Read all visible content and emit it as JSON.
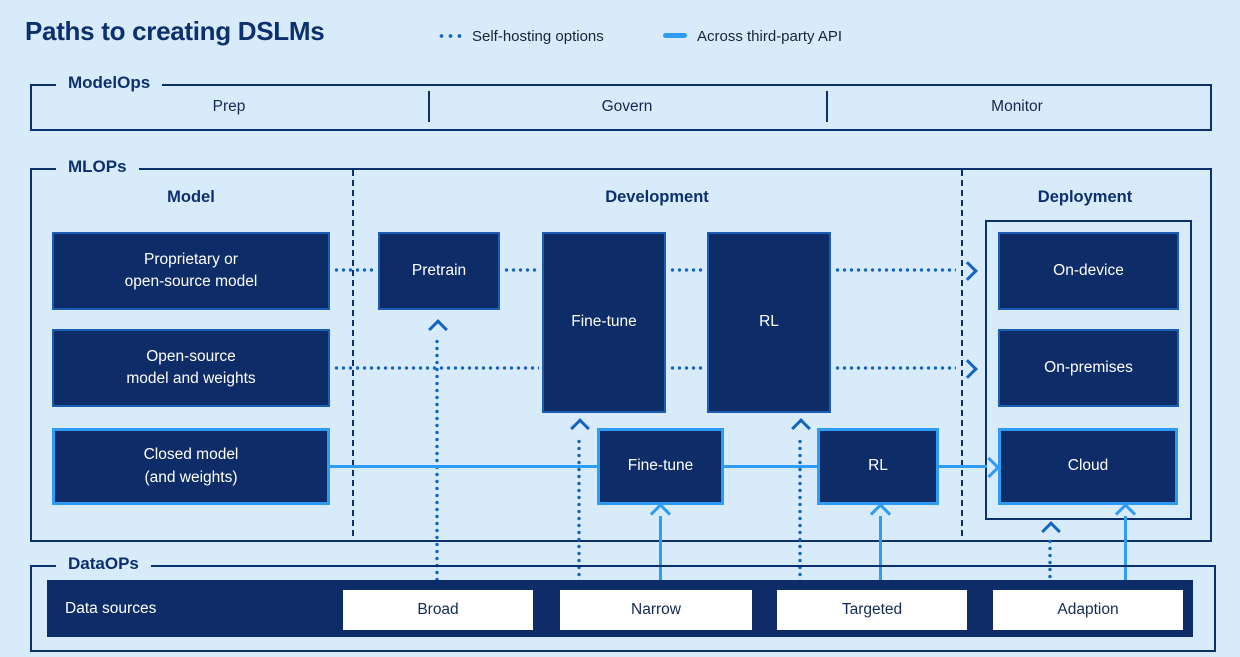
{
  "title": "Paths to creating DSLMs",
  "legend": {
    "self_hosting_label": "Self-hosting options",
    "api_label": "Across third-party API"
  },
  "modelops": {
    "label": "ModelOps",
    "phases": [
      "Prep",
      "Govern",
      "Monitor"
    ]
  },
  "mlops": {
    "label": "MLOPs",
    "columns": [
      "Model",
      "Development",
      "Deployment"
    ],
    "boxes": {
      "proprietary": "Proprietary or\nopen-source model",
      "open_source": "Open-source\nmodel and weights",
      "closed": "Closed model\n(and weights)",
      "pretrain": "Pretrain",
      "fine_tune_self": "Fine-tune",
      "rl_self": "RL",
      "fine_tune_api": "Fine-tune",
      "rl_api": "RL",
      "on_device": "On-device",
      "on_premises": "On-premises",
      "cloud": "Cloud"
    }
  },
  "dataops": {
    "label": "DataOPs",
    "bar_label": "Data sources",
    "sources": [
      "Broad",
      "Narrow",
      "Targeted",
      "Adaption"
    ]
  },
  "colors": {
    "background": "#d7ebfa",
    "navy": "#0c2f6e",
    "box_fill": "#0e2d68",
    "self_host_border": "#1d5cb4",
    "api_border": "#2e9bf5",
    "dotted_line": "#1565c0",
    "solid_line": "#2e9bf5"
  }
}
